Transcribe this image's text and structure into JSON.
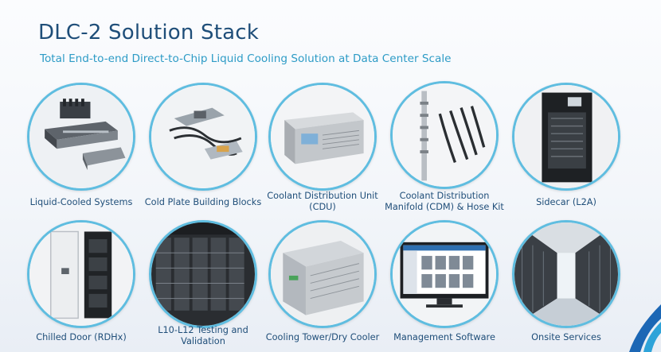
{
  "header": {
    "title": "DLC-2 Solution Stack",
    "subtitle": "Total End-to-end Direct-to-Chip Liquid Cooling Solution at Data Center Scale"
  },
  "colors": {
    "title": "#1f4e79",
    "subtitle": "#2d9bc6",
    "ring": "#5fbde0"
  },
  "row1": [
    {
      "label": "Liquid-Cooled Systems"
    },
    {
      "label": "Cold Plate Building Blocks"
    },
    {
      "label": "Coolant Distribution Unit (CDU)"
    },
    {
      "label": "Coolant Distribution Manifold (CDM) & Hose Kit"
    },
    {
      "label": "Sidecar (L2A)"
    }
  ],
  "row2": [
    {
      "label": "Chilled Door (RDHx)"
    },
    {
      "label": "L10-L12 Testing and Validation"
    },
    {
      "label": "Cooling Tower/Dry Cooler"
    },
    {
      "label": "Management Software"
    },
    {
      "label": "Onsite Services"
    }
  ]
}
